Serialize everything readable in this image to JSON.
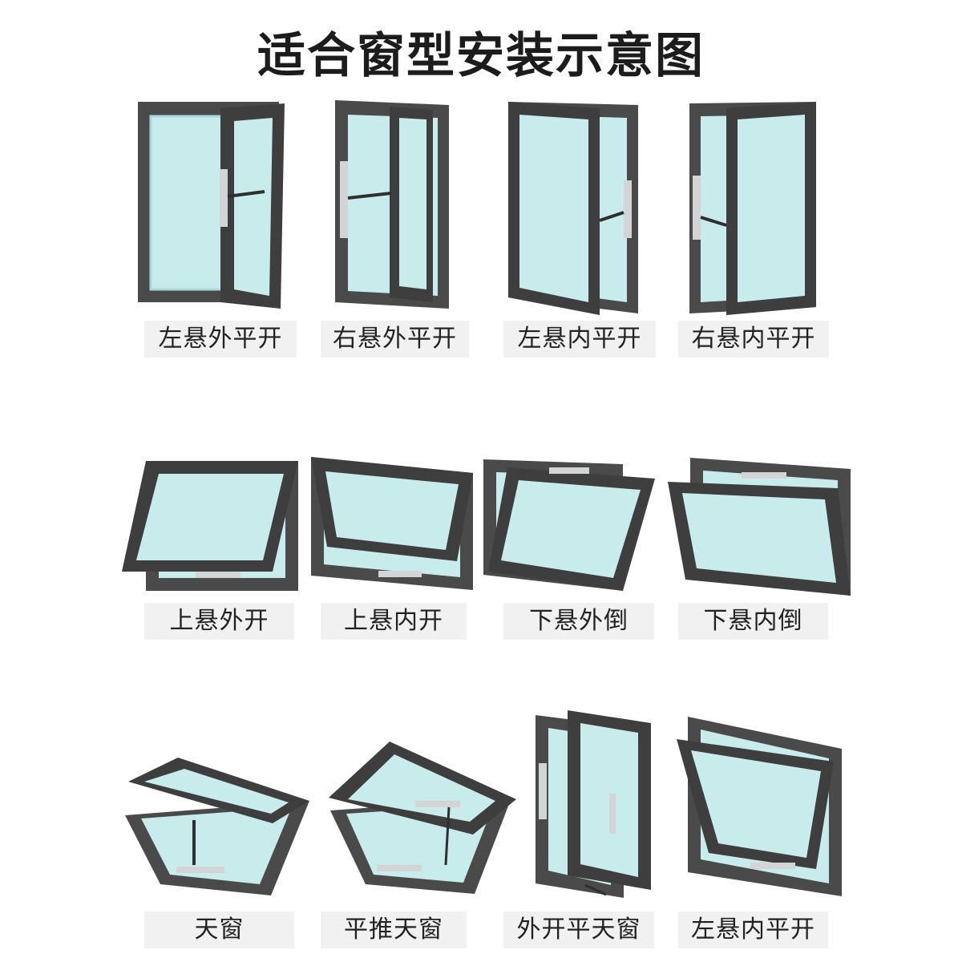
{
  "title": "适合窗型安装示意图",
  "colors": {
    "frame": "#4a4a4a",
    "frame_dark": "#2f2f2f",
    "glass": "#c8ecec",
    "glass_edge": "#a8d8da",
    "hardware": "#d2d4d6",
    "label_bg": "#f1f1f1",
    "text": "#222222"
  },
  "windows": [
    {
      "label": "左悬外平开",
      "style": "casement-out-left"
    },
    {
      "label": "右悬外平开",
      "style": "casement-out-right"
    },
    {
      "label": "左悬内平开",
      "style": "casement-in-left"
    },
    {
      "label": "右悬内平开",
      "style": "casement-in-right"
    },
    {
      "label": "上悬外开",
      "style": "top-hung-out"
    },
    {
      "label": "上悬内开",
      "style": "top-hung-in"
    },
    {
      "label": "下悬外倒",
      "style": "bottom-hung-out"
    },
    {
      "label": "下悬内倒",
      "style": "bottom-hung-in"
    },
    {
      "label": "天窗",
      "style": "skylight"
    },
    {
      "label": "平推天窗",
      "style": "parallel-skylight"
    },
    {
      "label": "外开平天窗",
      "style": "parallel-out"
    },
    {
      "label": "左悬内平开",
      "style": "top-hung-in-tilt"
    }
  ]
}
